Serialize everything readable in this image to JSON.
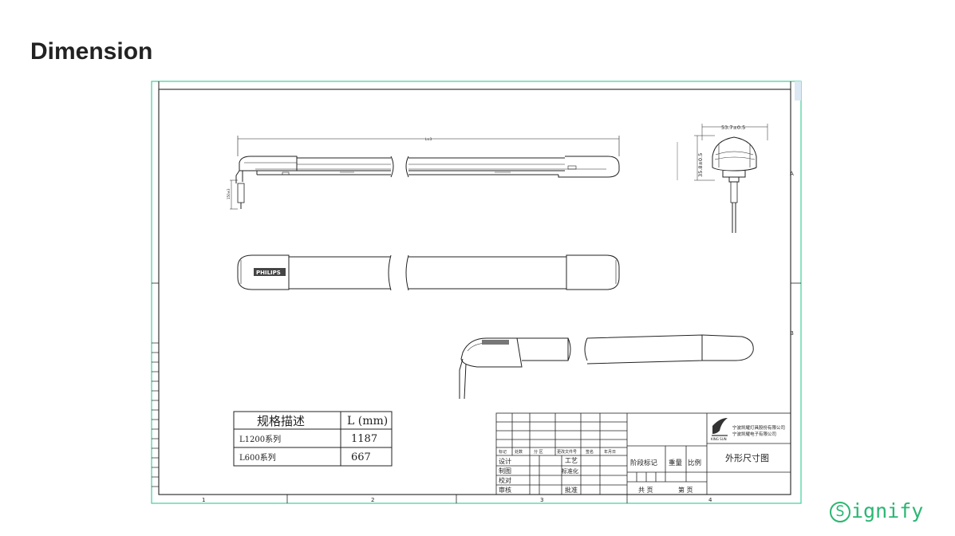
{
  "slide": {
    "title": "Dimension"
  },
  "drawing": {
    "dims": {
      "length": "L±3",
      "width": "53.7±0.5",
      "height": "35.8±0.5",
      "cable": "150±3"
    },
    "brand_text": "PHILIPS",
    "grid_cols": [
      "1",
      "2",
      "3",
      "4"
    ],
    "grid_rows": [
      "A",
      "B"
    ],
    "spec_table": {
      "header": [
        "规格描述",
        "L (mm)"
      ],
      "rows": [
        [
          "L1200系列",
          "1187"
        ],
        [
          "L600系列",
          "667"
        ]
      ]
    },
    "title_block": {
      "rev_header": [
        "标记",
        "处数",
        "分 区",
        "更改文件号",
        "签名",
        "年月日"
      ],
      "left_labels": [
        "设计",
        "制图",
        "校对",
        "审核"
      ],
      "mid_labels": [
        "工艺",
        "标准化",
        "批准"
      ],
      "stage_labels": [
        "阶段标记",
        "重量",
        "比例"
      ],
      "sheet_labels": [
        "共 页",
        "第 页"
      ],
      "company_lines": [
        "宁波凯耀灯具股份有限公司",
        "宁波凯耀电子有限公司"
      ],
      "company_logo": "KING SUN",
      "drawing_name": "外形尺寸图"
    }
  },
  "footer": {
    "brand_logo": "ignify",
    "brand_logo_letter": "S",
    "brand_color": "#2bb673"
  }
}
